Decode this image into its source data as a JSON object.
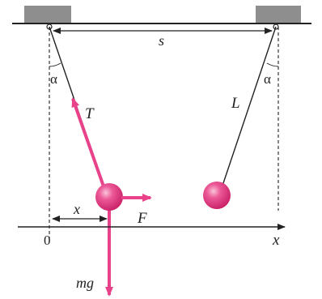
{
  "labels": {
    "separation": "s",
    "angle_left": "α",
    "angle_right": "α",
    "tension": "T",
    "length": "L",
    "displacement": "x",
    "force": "F",
    "origin": "0",
    "axis": "x",
    "weight": "mg"
  },
  "colors": {
    "support": "#8e8e8e",
    "line": "#222222",
    "vector": "#e8428a",
    "ball": "#e3307c",
    "ball_highlight": "#f7a8c8"
  }
}
